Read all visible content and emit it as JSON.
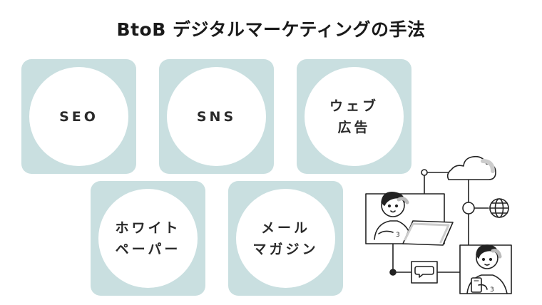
{
  "title": "BtoB デジタルマーケティングの手法",
  "methods": [
    {
      "lines": [
        "SEO"
      ]
    },
    {
      "lines": [
        "SNS"
      ]
    },
    {
      "lines": [
        "ウェブ",
        "広告"
      ]
    },
    {
      "lines": [
        "ホワイト",
        "ペーパー"
      ]
    },
    {
      "lines": [
        "メール",
        "マガジン"
      ]
    }
  ],
  "colors": {
    "card_background": "#c9dfe0",
    "circle_background": "#ffffff",
    "text": "#2a2a2a",
    "line_art": "#222222"
  },
  "illustration": {
    "icons": [
      "cloud-icon",
      "globe-icon",
      "chat-icon",
      "person-laptop",
      "person-smartphone"
    ]
  }
}
